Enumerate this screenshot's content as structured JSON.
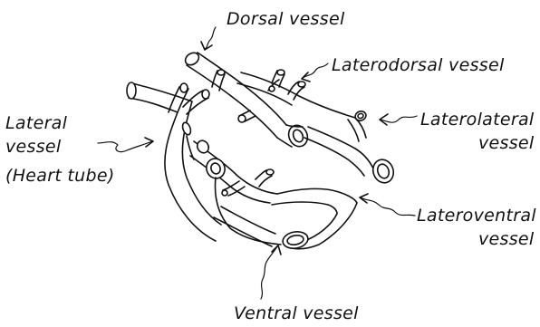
{
  "labels": {
    "dorsal": "Dorsal vessel",
    "laterodorsal": "Laterodorsal vessel",
    "lateral_line1": "Lateral",
    "lateral_line2": "vessel",
    "lateral_line3": "(Heart tube)",
    "laterolateral_line1": "Laterolateral",
    "laterolateral_line2": "vessel",
    "lateroventral_line1": "Lateroventral",
    "lateroventral_line2": "vessel",
    "ventral": "Ventral vessel"
  },
  "colors": {
    "ink": "#111111",
    "background": "#ffffff"
  }
}
